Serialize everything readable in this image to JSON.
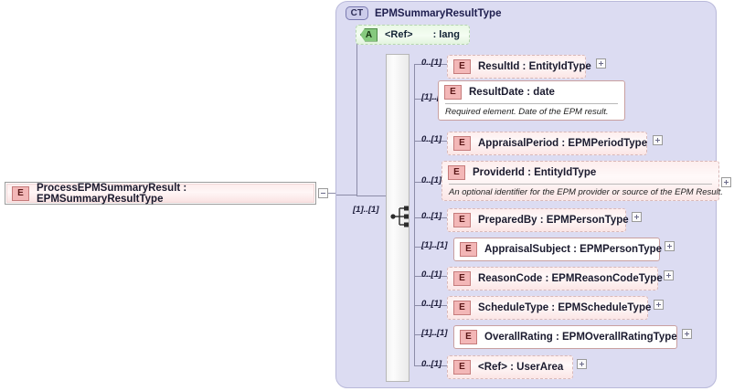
{
  "diagram": {
    "type": "xml-schema-element-diagram",
    "root_element": {
      "label": "ProcessEPMSummaryResult : EPMSummaryResultType",
      "icon": "element-icon",
      "expander": "minus"
    },
    "complex_type": {
      "badge": "CT",
      "name": "EPMSummaryResultType",
      "attribute": {
        "badge": "A",
        "name": "<Ref>",
        "type": ": lang"
      },
      "compositor": "sequence",
      "compositor_cardinality": "[1]..[1]",
      "children": [
        {
          "cardinality": "0..[1]",
          "badge": "E",
          "label": "ResultId : EntityIdType",
          "required": false,
          "expander": "plus",
          "doc": null
        },
        {
          "cardinality": "[1]..[1]",
          "badge": "E",
          "label": "ResultDate : date",
          "required": true,
          "expander": null,
          "doc": "Required element. Date of the EPM result."
        },
        {
          "cardinality": "0..[1]",
          "badge": "E",
          "label": "AppraisalPeriod : EPMPeriodType",
          "required": false,
          "expander": "plus",
          "doc": null
        },
        {
          "cardinality": "0..[1]",
          "badge": "E",
          "label": "ProviderId : EntityIdType",
          "required": false,
          "expander": "plus",
          "doc": "An optional identifier for the EPM provider or source of the EPM Result."
        },
        {
          "cardinality": "0..[1]",
          "badge": "E",
          "label": "PreparedBy : EPMPersonType",
          "required": false,
          "expander": "plus",
          "doc": null
        },
        {
          "cardinality": "[1]..[1]",
          "badge": "E",
          "label": "AppraisalSubject : EPMPersonType",
          "required": true,
          "expander": "plus",
          "doc": null
        },
        {
          "cardinality": "0..[1]",
          "badge": "E",
          "label": "ReasonCode : EPMReasonCodeType",
          "required": false,
          "expander": "plus",
          "doc": null
        },
        {
          "cardinality": "0..[1]",
          "badge": "E",
          "label": "ScheduleType : EPMScheduleType",
          "required": false,
          "expander": "plus",
          "doc": null
        },
        {
          "cardinality": "[1]..[1]",
          "badge": "E",
          "label": "OverallRating : EPMOverallRatingType",
          "required": true,
          "expander": "plus",
          "doc": null
        },
        {
          "cardinality": "0..[1]",
          "badge": "E",
          "label": "<Ref>     : UserArea",
          "required": false,
          "expander": "plus",
          "doc": null
        }
      ]
    },
    "colors": {
      "container_bg": "#dcdcf2",
      "element_pink": "#fbe6e6",
      "attribute_green": "#e9f8e6",
      "badge_element": "#f3b7b7",
      "badge_attribute": "#86c97e",
      "badge_complextype": "#ccccea",
      "connector_line": "#8c8ca8"
    }
  }
}
